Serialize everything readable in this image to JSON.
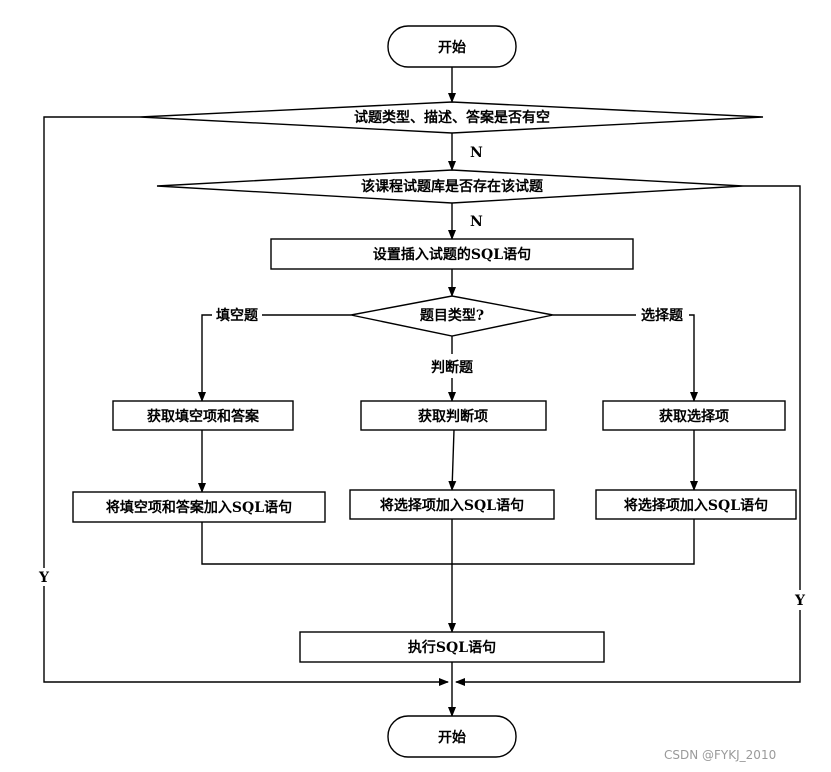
{
  "nodes": {
    "start": "开始",
    "check_empty": "试题类型、描述、答案是否有空",
    "check_exists": "该课程试题库是否存在该试题",
    "set_sql": "设置插入试题的SQL语句",
    "type_decision": "题目类型?",
    "get_fill": "获取填空项和答案",
    "get_judge": "获取判断项",
    "get_choice": "获取选择项",
    "add_fill": "将填空项和答案加入SQL语句",
    "add_judge": "将选择项加入SQL语句",
    "add_choice": "将选择项加入SQL语句",
    "exec_sql": "执行SQL语句",
    "end": "开始"
  },
  "labels": {
    "n1": "N",
    "n2": "N",
    "y_left": "Y",
    "y_right": "Y",
    "fill_branch": "填空题",
    "judge_branch": "判断题",
    "choice_branch": "选择题"
  },
  "watermark": "CSDN @FYKJ_2010"
}
